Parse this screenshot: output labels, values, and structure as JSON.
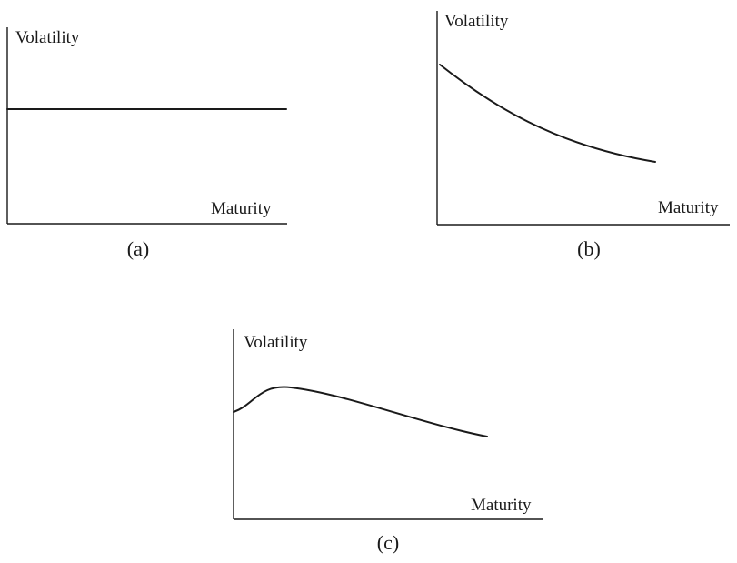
{
  "panels": [
    {
      "caption": "(a)",
      "ylabel": "Volatility",
      "xlabel": "Maturity",
      "shape": "flat"
    },
    {
      "caption": "(b)",
      "ylabel": "Volatility",
      "xlabel": "Maturity",
      "shape": "declining"
    },
    {
      "caption": "(c)",
      "ylabel": "Volatility",
      "xlabel": "Maturity",
      "shape": "humped"
    }
  ]
}
